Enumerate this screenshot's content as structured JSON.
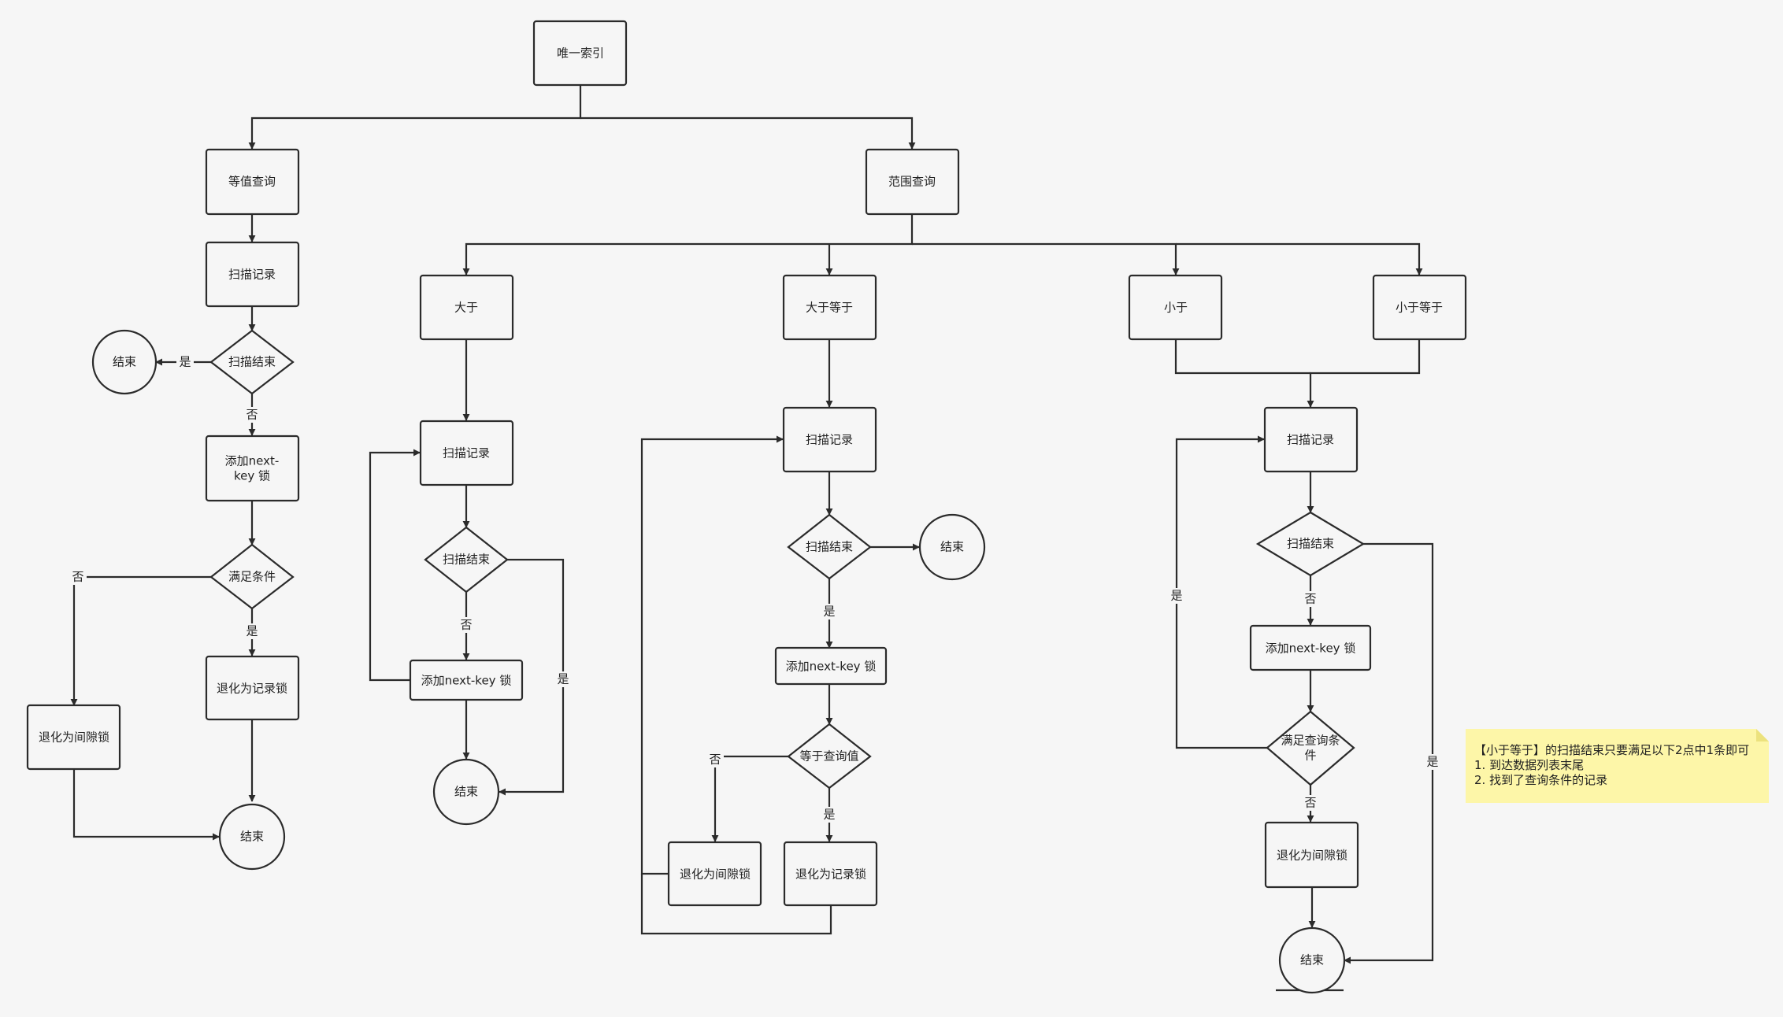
{
  "nodes": {
    "unique_index": "唯一索引",
    "eq_query": "等值查询",
    "range_query": "范围查询",
    "eq_scan": "扫描记录",
    "eq_scan_end": "扫描结束",
    "eq_end1": "结束",
    "eq_add_lock": [
      "添加next-",
      "key 锁"
    ],
    "eq_cond": "满足条件",
    "eq_gap_lock": "退化为间隙锁",
    "eq_record_lock": "退化为记录锁",
    "eq_end2": "结束",
    "gt": "大于",
    "gte": "大于等于",
    "lt": "小于",
    "lte": "小于等于",
    "gt_scan": "扫描记录",
    "gt_scan_end": "扫描结束",
    "gt_add_lock": "添加next-key 锁",
    "gt_end": "结束",
    "gte_scan": "扫描记录",
    "gte_scan_end": "扫描结束",
    "gte_end1": "结束",
    "gte_add_lock": "添加next-key 锁",
    "gte_cond": "等于查询值",
    "gte_gap_lock": "退化为间隙锁",
    "gte_record_lock": "退化为记录锁",
    "lt_scan": "扫描记录",
    "lt_scan_end": "扫描结束",
    "lt_add_lock": "添加next-key 锁",
    "lt_cond": [
      "满足查询条",
      "件"
    ],
    "lt_gap_lock": "退化为间隙锁",
    "lt_end": "结束"
  },
  "edge_labels": {
    "yes": "是",
    "no": "否"
  },
  "note": {
    "lines": [
      "【小于等于】的扫描结束只要满足以下2点中1条即可",
      "1. 到达数据列表末尾",
      "2. 找到了查询条件的记录"
    ],
    "fill": "#fdf6a8"
  },
  "colors": {
    "stroke": "#2b2b2b",
    "node_fill": "#f6f6f6"
  }
}
